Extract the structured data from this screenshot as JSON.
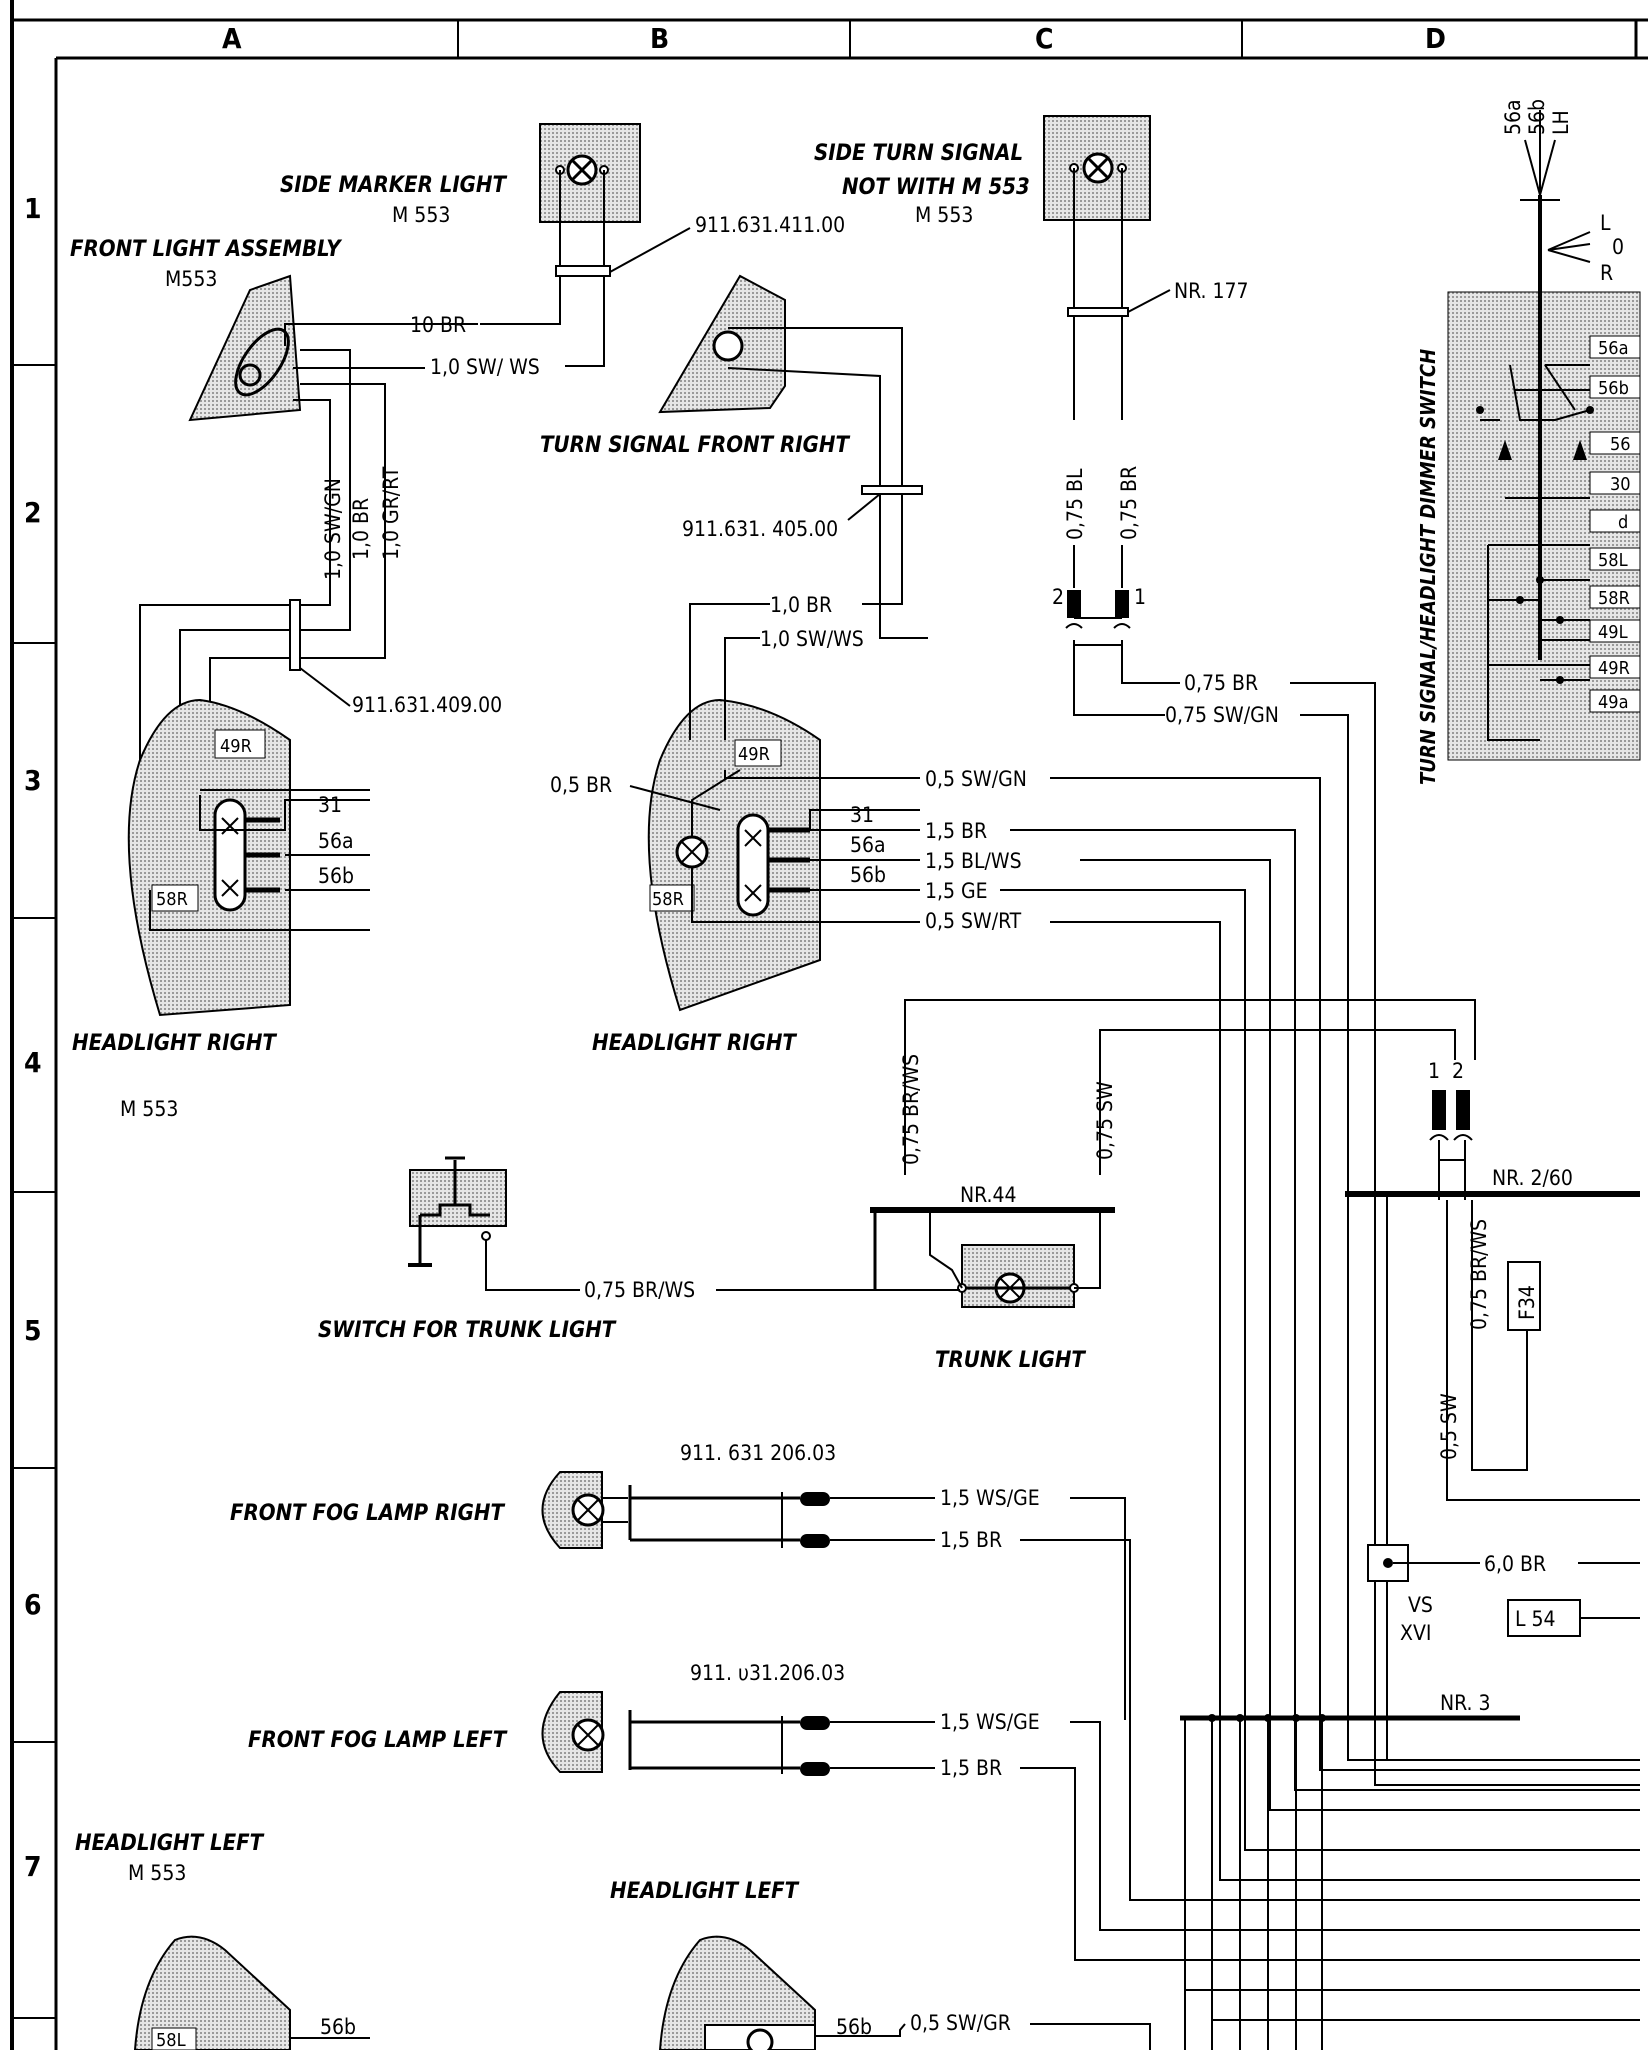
{
  "grid": {
    "columns": [
      "A",
      "B",
      "C",
      "D"
    ],
    "rows": [
      "1",
      "2",
      "3",
      "4",
      "5",
      "6",
      "7"
    ]
  },
  "components": {
    "side_marker": {
      "label": "SIDE MARKER LIGHT",
      "sub": "M 553"
    },
    "front_light_assembly": {
      "label": "FRONT LIGHT ASSEMBLY",
      "sub": "M553"
    },
    "side_turn_signal": {
      "label1": "SIDE TURN SIGNAL",
      "label2": "NOT WITH M 553",
      "sub": "M 553"
    },
    "turn_signal_front_right": {
      "label": "TURN SIGNAL FRONT RIGHT"
    },
    "dimmer_switch": {
      "label": "TURN SIGNAL/HEADLIGHT DIMMER SWITCH",
      "top1": "56a",
      "top2": "56b",
      "top3": "LH",
      "l": "L",
      "o": "0",
      "r": "R",
      "terminals": [
        "56a",
        "56b",
        "56",
        "30",
        "d",
        "58L",
        "58R",
        "49L",
        "49R",
        "49a"
      ]
    },
    "headlight_right_a": {
      "label": "HEADLIGHT RIGHT",
      "sub": "M 553",
      "t49": "49R",
      "t58": "58R",
      "t31": "31",
      "t56a": "56a",
      "t56b": "56b"
    },
    "headlight_right_b": {
      "label": "HEADLIGHT RIGHT",
      "t49": "49R",
      "t58": "58R",
      "t31": "31",
      "t56a": "56a",
      "t56b": "56b"
    },
    "trunk_switch": {
      "label": "SWITCH FOR TRUNK LIGHT"
    },
    "trunk_light": {
      "label": "TRUNK LIGHT",
      "nr": "NR.44"
    },
    "fog_right": {
      "label": "FRONT FOG LAMP RIGHT",
      "part": "911. 631 206.03"
    },
    "fog_left": {
      "label": "FRONT FOG LAMP LEFT",
      "part": "911. υ31.206.03"
    },
    "headlight_left_a": {
      "label": "HEADLIGHT LEFT",
      "sub": "M 553",
      "t58": "58L",
      "t56b": "56b"
    },
    "headlight_left_b": {
      "label": "HEADLIGHT LEFT",
      "t56b": "56b"
    },
    "fuse": {
      "label": "F34"
    },
    "connector_l54": {
      "label": "L 54"
    },
    "vs": {
      "label1": "VS",
      "label2": "XVI"
    }
  },
  "parts": {
    "p411": "911.631.411.00",
    "p405": "911.631. 405.00",
    "p409": "911.631.409.00",
    "nr177": "NR. 177",
    "nr260": "NR. 2/60",
    "nr3": "NR. 3"
  },
  "wires": {
    "w10br": "10 BR",
    "w10swws_a": "1,0 SW/ WS",
    "w10swgn": "1,0 SW/GN",
    "w10br_v": "1,0 BR",
    "w10grrt": "1,0 GR/RT",
    "w10br_b": "1,0 BR",
    "w10swws_b": "1,0 SW/WS",
    "w075bl": "0,75 BL",
    "w075br_v": "0,75 BR",
    "w075br": "0,75 BR",
    "w075swgn": "0,75 SW/GN",
    "c1": "1",
    "c2": "2",
    "w05br": "0,5 BR",
    "w05swgn": "0,5 SW/GN",
    "w15br": "1,5 BR",
    "w15blws": "1,5 BL/WS",
    "w15ge": "1,5 GE",
    "w05swrt": "0,5 SW/RT",
    "w075brws_v": "0,75 BR/WS",
    "w075sw_v": "0,75 SW",
    "w075brws": "0,75 BR/WS",
    "w075brws_v2": "0,75 BR/WS",
    "w05sw_v": "0,5 SW",
    "w60br": "6,0 BR",
    "fog_r_1": "1,5 WS/GE",
    "fog_r_2": "1,5 BR",
    "fog_l_1": "1,5 WS/GE",
    "fog_l_2": "1,5 BR",
    "w05swgr": "0,5 SW/GR",
    "k1": "1",
    "k2": "2"
  }
}
